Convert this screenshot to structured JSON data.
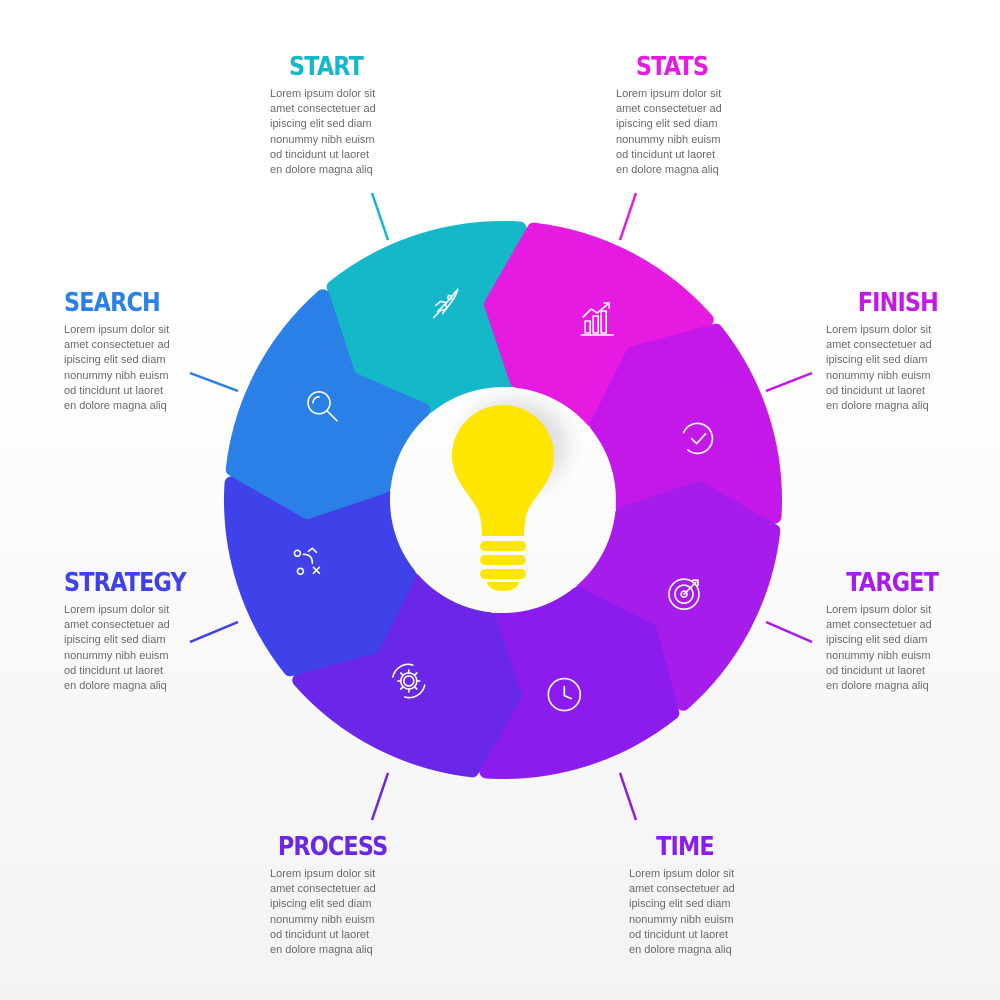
{
  "center": {
    "icon": "lightbulb-icon",
    "bulb_color": "#FFE600"
  },
  "steps": [
    {
      "title": "START",
      "color": "#15B8C9",
      "icon": "rocket-icon",
      "body": "Lorem ipsum dolor sit\namet consectetuer ad\nipiscing elit sed diam\nnonummy nibh euism\nod tincidunt ut laoret\nen dolore magna aliq"
    },
    {
      "title": "STATS",
      "color": "#E61BE2",
      "icon": "bar-chart-growth-icon",
      "body": "Lorem ipsum dolor sit\namet consectetuer ad\nipiscing elit sed diam\nnonummy nibh euism\nod tincidunt ut laoret\nen dolore magna aliq"
    },
    {
      "title": "FINISH",
      "color": "#C418E8",
      "icon": "check-circle-icon",
      "body": "Lorem ipsum dolor sit\namet consectetuer ad\nipiscing elit sed diam\nnonummy nibh euism\nod tincidunt ut laoret\nen dolore magna aliq"
    },
    {
      "title": "TARGET",
      "color": "#A61CEB",
      "icon": "target-icon",
      "body": "Lorem ipsum dolor sit\namet consectetuer ad\nipiscing elit sed diam\nnonummy nibh euism\nod tincidunt ut laoret\nen dolore magna aliq"
    },
    {
      "title": "TIME",
      "color": "#8C1CEE",
      "icon": "clock-icon",
      "body": "Lorem ipsum dolor sit\namet consectetuer ad\nipiscing elit sed diam\nnonummy nibh euism\nod tincidunt ut laoret\nen dolore magna aliq"
    },
    {
      "title": "PROCESS",
      "color": "#6A27E8",
      "icon": "gear-cycle-icon",
      "body": "Lorem ipsum dolor sit\namet consectetuer ad\nipiscing elit sed diam\nnonummy nibh euism\nod tincidunt ut laoret\nen dolore magna aliq"
    },
    {
      "title": "STRATEGY",
      "color": "#3F41E9",
      "icon": "strategy-play-icon",
      "body": "Lorem ipsum dolor sit\namet consectetuer ad\nipiscing elit sed diam\nnonummy nibh euism\nod tincidunt ut laoret\nen dolore magna aliq"
    },
    {
      "title": "SEARCH",
      "color": "#2A80E6",
      "icon": "magnifier-icon",
      "body": "Lorem ipsum dolor sit\namet consectetuer ad\nipiscing elit sed diam\nnonummy nibh euism\nod tincidunt ut laoret\nen dolore magna aliq"
    }
  ],
  "stock_id": "#508457707"
}
